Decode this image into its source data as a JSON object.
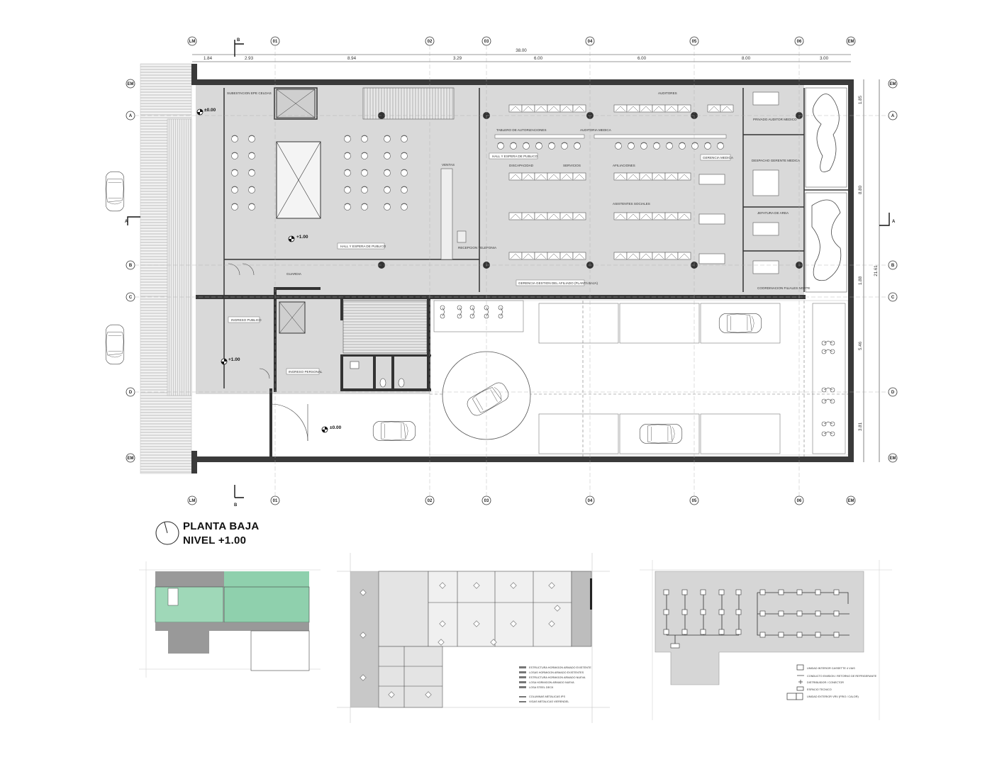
{
  "drawing": {
    "title": "PLANTA BAJA",
    "subtitle": "NIVEL +1.00",
    "total_dimension": "38.00",
    "total_dimension_vertical": "21.61",
    "axis_labels_x": [
      "LM",
      "01",
      "02",
      "03",
      "04",
      "05",
      "06",
      "EM"
    ],
    "axis_labels_y": [
      "EM",
      "A",
      "B",
      "C",
      "D",
      "EM"
    ],
    "section_b": "B",
    "section_a": "A",
    "dims_x": [
      "1.84",
      "2.93",
      "8.94",
      "3.29",
      "6.00",
      "6.00",
      "8.00",
      "3.00"
    ],
    "dims_y": [
      "1.85",
      "8.80",
      "1.88",
      "5.46",
      "3.81"
    ],
    "levels": [
      "±0.00",
      "+1.00",
      "+1.00",
      "±0.00"
    ],
    "rooms": [
      "SUBESTACION EPE CELDAS",
      "HALL Y ESPERA DE PUBLICO",
      "HALL Y ESPERA DE PUBLICO",
      "VENTAS",
      "RECEPCION TELEFONIA",
      "TABLERO DE AUTORIZACIONES",
      "AUDITORIA MEDICA",
      "AUDITORES",
      "DISCAPACIDAD",
      "SERVICIOS",
      "AFILIACIONES",
      "ASISTENTES SOCIALES",
      "GERENCIA MEDICA",
      "PRIVADO AUDITOR MEDICO",
      "DESPACHO GERENTE MEDICA",
      "JEFATURA DE AREA",
      "COORDINACION FILIALES NORTE",
      "GERENCIA GESTION DEL AFILIADO (PLANTA BAJA)",
      "GUARDIA",
      "INGRESO PUBLICO",
      "INGRESO PERSONAL"
    ],
    "legend_structure": [
      "ESTRUCTURA HORMIGON ARMADO EXISTENTE",
      "LOSAS HORMIGON ARMADO EXISTENTES",
      "ESTRUCTURA HORMIGON ARMADO NUEVA",
      "LOSA HORMIGON ARMADO NUEVA",
      "LOSA STEEL DECK",
      "COLUMNAS METALICAS IPS",
      "VIGAS METALICAS VIERENDEL"
    ],
    "legend_hvac": [
      "UNIDAD INTERIOR CASSETTE 4 VIAS",
      "CONDUCTO EMISION / RETORNO DE REFRIGERANTE",
      "DISTRIBUIDOR / CONECTOR",
      "ESPACIO TECNICO",
      "UNIDAD EXTERIOR VRV (FRIO / CALOR)"
    ],
    "colors": {
      "wall": "#3a3a3a",
      "floor": "#d9d9d9",
      "green": "#9fd8b8",
      "greenDark": "#8fd0ad",
      "grey": "#999999"
    }
  }
}
